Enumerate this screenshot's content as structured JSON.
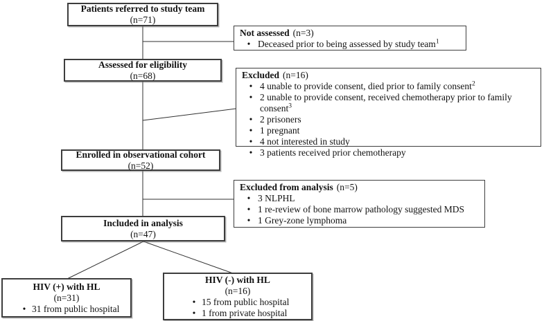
{
  "figure": {
    "background": "#ffffff",
    "line_color": "#2f2f2f",
    "border_color": "#3d3d3d"
  },
  "boxes": {
    "referred": {
      "title": "Patients referred to study team",
      "n": "(n=71)"
    },
    "not_assessed": {
      "title": "Not assessed",
      "n": "(n=3)",
      "bullets": [
        {
          "text": "Deceased prior to being assessed by study team",
          "sup": "1"
        }
      ]
    },
    "assessed": {
      "title": "Assessed for eligibility",
      "n": "(n=68)"
    },
    "excluded": {
      "title": "Excluded",
      "n": "(n=16)",
      "bullets": [
        {
          "text": "4 unable to provide consent, died prior to family consent",
          "sup": "2"
        },
        {
          "text": "2 unable to provide consent, received chemotherapy prior to family consent",
          "sup": "3"
        },
        {
          "text": "2 prisoners",
          "sup": ""
        },
        {
          "text": "1 pregnant",
          "sup": ""
        },
        {
          "text": "4 not interested in study",
          "sup": ""
        },
        {
          "text": "3 patients received prior chemotherapy",
          "sup": ""
        }
      ]
    },
    "enrolled": {
      "title": "Enrolled in observational cohort",
      "n": "(n=52)"
    },
    "excluded_analysis": {
      "title": "Excluded from analysis",
      "n": "(n=5)",
      "bullets": [
        {
          "text": "3 NLPHL",
          "sup": ""
        },
        {
          "text": "1 re-review of bone marrow pathology suggested MDS",
          "sup": ""
        },
        {
          "text": "1 Grey-zone lymphoma",
          "sup": ""
        }
      ]
    },
    "included": {
      "title": "Included in analysis",
      "n": "(n=47)"
    },
    "hiv_pos": {
      "title": "HIV (+) with HL",
      "n": "(n=31)",
      "bullets": [
        {
          "text": "31 from public hospital",
          "sup": ""
        }
      ]
    },
    "hiv_neg": {
      "title": "HIV (-) with HL",
      "n": "(n=16)",
      "bullets": [
        {
          "text": "15 from public hospital",
          "sup": ""
        },
        {
          "text": "1 from private hospital",
          "sup": ""
        }
      ]
    }
  }
}
